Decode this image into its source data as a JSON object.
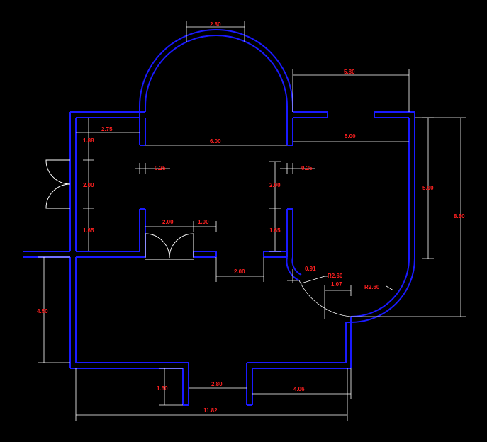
{
  "colors": {
    "background": "#000000",
    "wall": "#1a1aff",
    "dimension_line": "#ffffff",
    "dimension_text": "#ff2020"
  },
  "dimensions": {
    "top_arch_opening": "2.80",
    "top_right_span": "5.80",
    "left_room_width": "2.75",
    "left_room_top_height": "1.88",
    "central_span": "6.00",
    "right_span": "5.00",
    "left_post": "0.25",
    "right_post": "0.25",
    "left_door_height": "2.00",
    "right_door_height": "2.00",
    "right_tall": "5.00",
    "right_overall": "8.80",
    "left_room_bottom": "1.65",
    "lower_door_width": "2.00",
    "lower_door_side": "1.00",
    "right_lower": "1.65",
    "center_bottom_opening": "2.00",
    "corner_offset": "0.91",
    "radius_inner": "R2.60",
    "corner_gap": "1.07",
    "radius_outer": "R2.60",
    "left_lower_height": "4.50",
    "bottom_wall_stub": "1.60",
    "bottom_opening": "2.80",
    "bottom_right": "4.06",
    "bottom_overall": "11.82"
  }
}
